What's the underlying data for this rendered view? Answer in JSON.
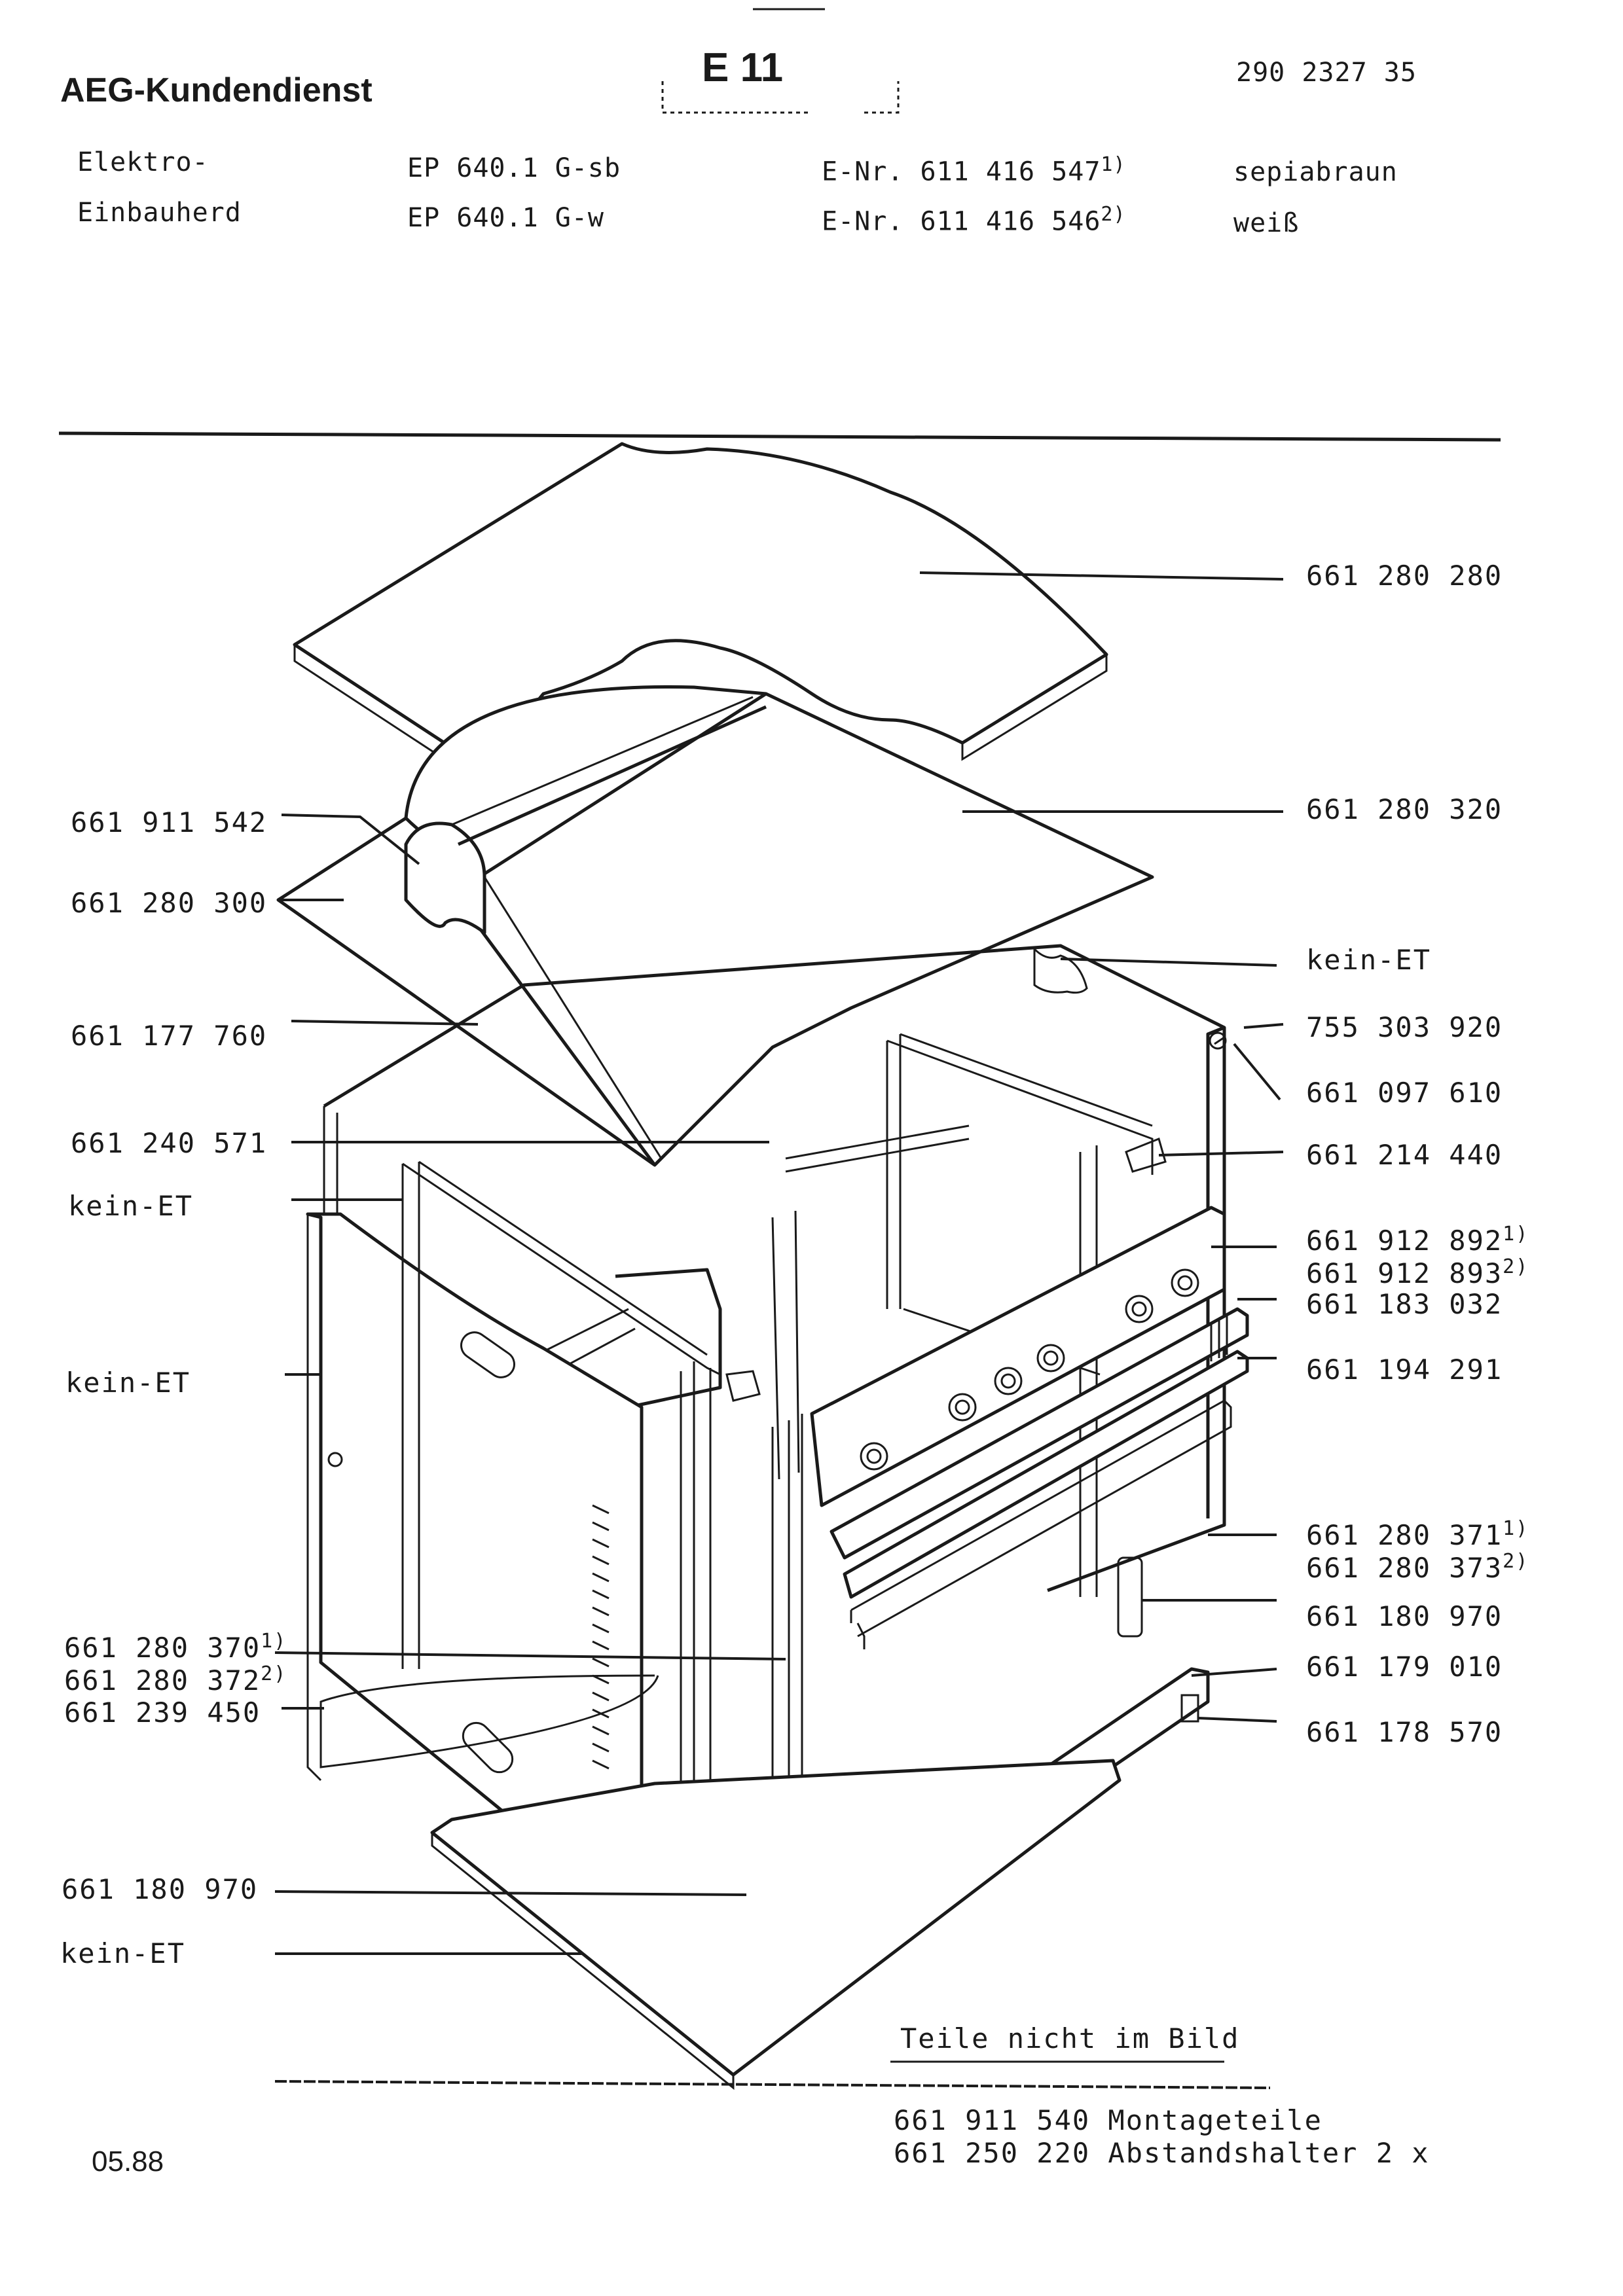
{
  "header": {
    "brand": "AEG-Kundendienst",
    "section": "E 11",
    "doc_number": "290 2327 35"
  },
  "product": {
    "line1": "Elektro-",
    "line2": "Einbauherd",
    "model1": "EP 640.1 G-sb",
    "model2": "EP 640.1 G-w",
    "enr1": "E-Nr. 611 416 547",
    "enr1_note": "1)",
    "enr2": "E-Nr. 611 416 546",
    "enr2_note": "2)",
    "color1": "sepiabraun",
    "color2": "weiß"
  },
  "right_labels": [
    {
      "text": "661 280 280",
      "note": ""
    },
    {
      "text": "661 280 320",
      "note": ""
    },
    {
      "text": "kein-ET",
      "note": ""
    },
    {
      "text": "755 303 920",
      "note": ""
    },
    {
      "text": "661 097 610",
      "note": ""
    },
    {
      "text": "661 214 440",
      "note": ""
    },
    {
      "text": "661 912 892",
      "note": "1)"
    },
    {
      "text": "661 912 893",
      "note": "2)"
    },
    {
      "text": "661 183 032",
      "note": ""
    },
    {
      "text": "661 194 291",
      "note": ""
    },
    {
      "text": "661 280 371",
      "note": "1)"
    },
    {
      "text": "661 280 373",
      "note": "2)"
    },
    {
      "text": "661 180 970",
      "note": ""
    },
    {
      "text": "661 179 010",
      "note": ""
    },
    {
      "text": "661 178 570",
      "note": ""
    }
  ],
  "left_labels": [
    {
      "text": "661 911 542",
      "note": ""
    },
    {
      "text": "661 280 300",
      "note": ""
    },
    {
      "text": "661 177 760",
      "note": ""
    },
    {
      "text": "661 240 571",
      "note": ""
    },
    {
      "text": "kein-ET",
      "note": ""
    },
    {
      "text": "kein-ET",
      "note": ""
    },
    {
      "text": "661 280 370",
      "note": "1)"
    },
    {
      "text": "661 280 372",
      "note": "2)"
    },
    {
      "text": "661 239 450",
      "note": ""
    },
    {
      "text": "661 180 970",
      "note": ""
    },
    {
      "text": "kein-ET",
      "note": ""
    }
  ],
  "not_pictured": {
    "heading": "Teile nicht im Bild",
    "items": [
      "661 911 540 Montageteile",
      "661 250 220 Abstandshalter 2 x"
    ]
  },
  "date": "05.88",
  "icons": {
    "drawing": "exploded-view-oven-housing-icon"
  }
}
